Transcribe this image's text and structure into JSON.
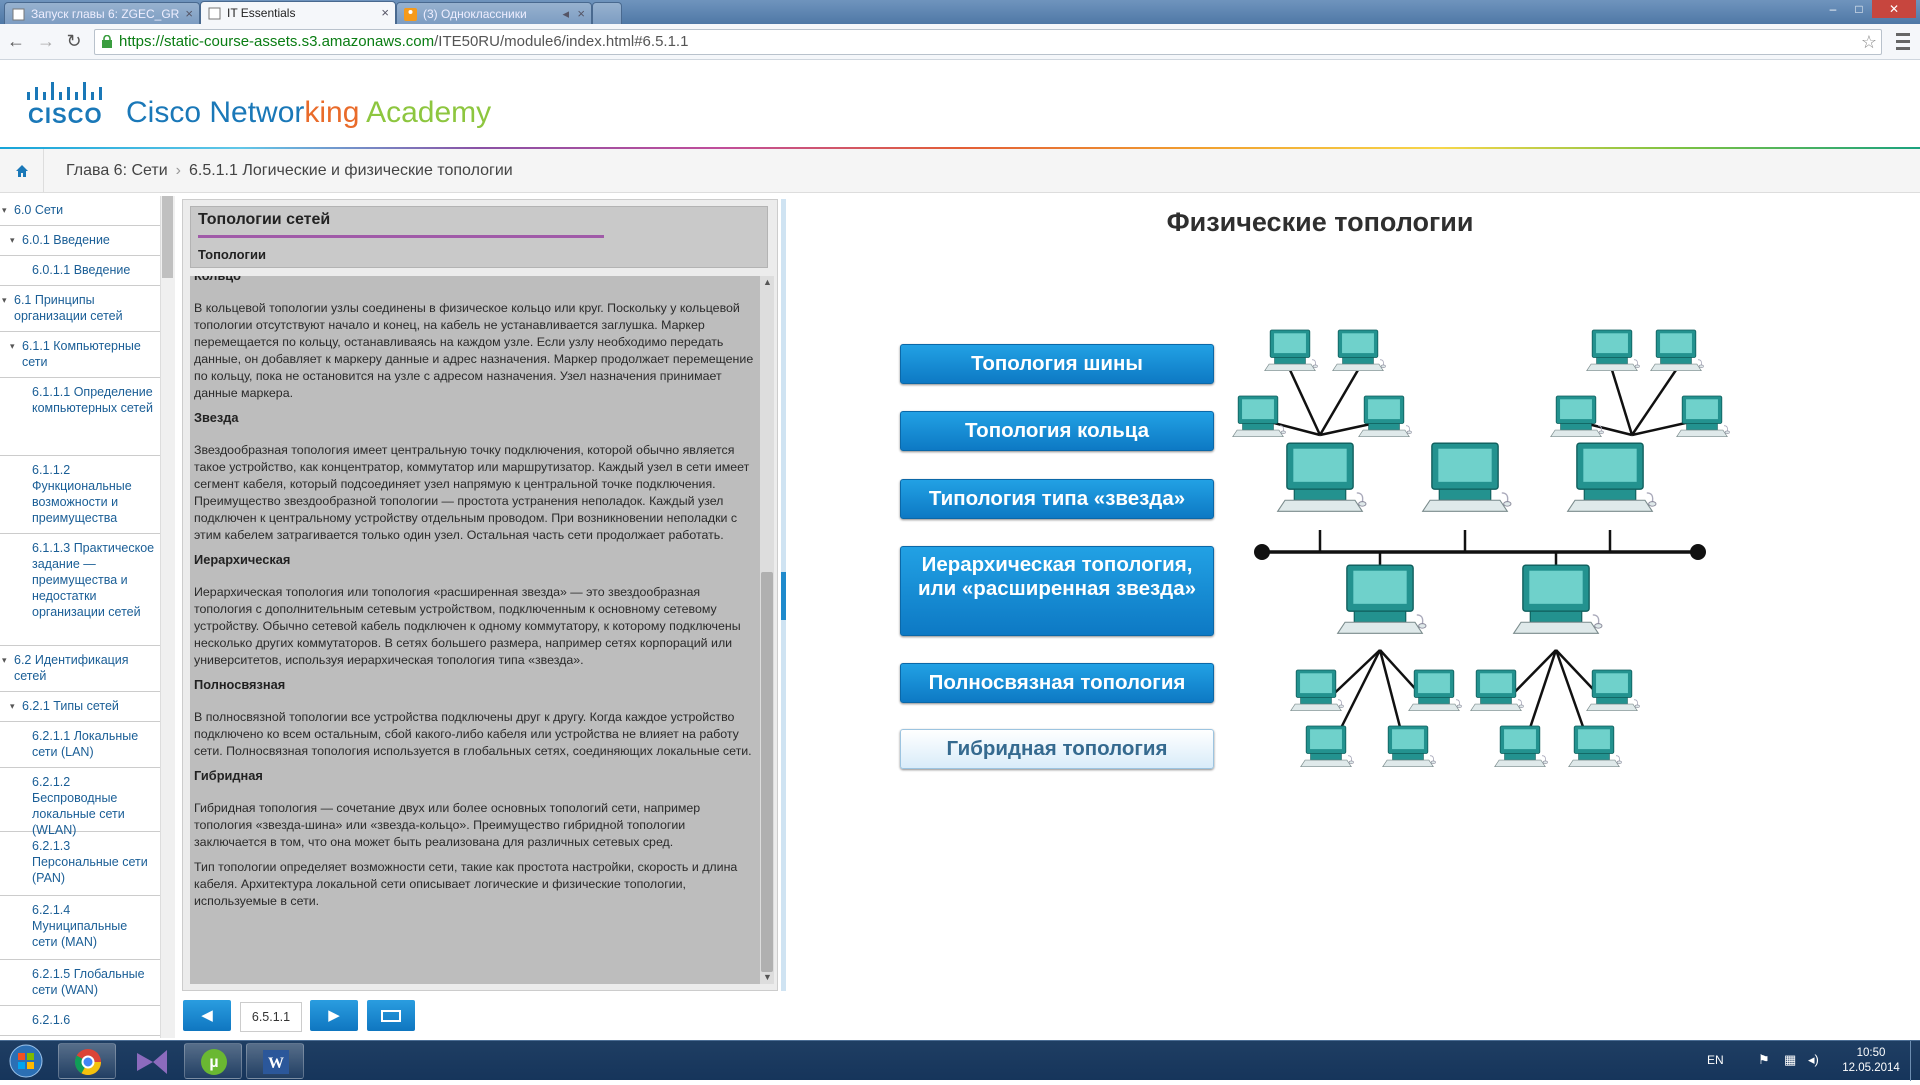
{
  "browser": {
    "tabs": [
      {
        "title": "Запуск главы 6: ZGEC_GR",
        "icon": "page-icon"
      },
      {
        "title": "IT Essentials",
        "icon": "page-icon"
      },
      {
        "title": "(3) Одноклассники",
        "icon": "odnoklassniki-icon"
      }
    ],
    "url_host": "https://static-course-assets.s3.amazonaws.com",
    "url_rest": "/ITE50RU/module6/index.html#6.5.1.1"
  },
  "header": {
    "logo_text": "CISCO",
    "academy_parts": [
      "Cisco ",
      "Networ",
      "king ",
      "Academy"
    ],
    "academy_colors": [
      "#1a78b8",
      "#1a78b8",
      "#e96b2a",
      "#8dc63f"
    ]
  },
  "breadcrumb": {
    "chapter": "Глава 6: Сети",
    "page": "6.5.1.1 Логические и физические топологии"
  },
  "sidebar": {
    "items": [
      {
        "label": "6.0 Сети",
        "level": 0,
        "expanded": true
      },
      {
        "label": "6.0.1 Введение",
        "level": 1,
        "expanded": true
      },
      {
        "label": "6.0.1.1 Введение",
        "level": 2
      },
      {
        "label": "6.1 Принципы организации сетей",
        "level": 0,
        "expanded": true
      },
      {
        "label": "6.1.1 Компьютерные сети",
        "level": 1,
        "expanded": true
      },
      {
        "label": "6.1.1.1 Определение компьютерных сетей",
        "level": 2
      },
      {
        "label": "6.1.1.2 Функциональные возможности и преимущества",
        "level": 2
      },
      {
        "label": "6.1.1.3 Практическое задание — преимущества и недостатки организации сетей",
        "level": 2
      },
      {
        "label": "6.2 Идентификация сетей",
        "level": 0,
        "expanded": true
      },
      {
        "label": "6.2.1 Типы сетей",
        "level": 1,
        "expanded": true
      },
      {
        "label": "6.2.1.1 Локальные сети (LAN)",
        "level": 2
      },
      {
        "label": "6.2.1.2 Беспроводные локальные сети (WLAN)",
        "level": 2
      },
      {
        "label": "6.2.1.3 Персональные сети (PAN)",
        "level": 2
      },
      {
        "label": "6.2.1.4 Муниципальные сети (MAN)",
        "level": 2
      },
      {
        "label": "6.2.1.5 Глобальные сети (WAN)",
        "level": 2
      },
      {
        "label": "6.2.1.6",
        "level": 2
      }
    ]
  },
  "content": {
    "title": "Топологии сетей",
    "subtitle": "Топологии",
    "blocks": [
      {
        "type": "h",
        "text": "Кольцо"
      },
      {
        "type": "p",
        "text": "В кольцевой топологии узлы соединены в физическое кольцо или круг. Поскольку у кольцевой топологии отсутствуют начало и конец, на кабель не устанавливается заглушка. Маркер перемещается по кольцу, останавливаясь на каждом узле. Если узлу необходимо передать данные, он добавляет к маркеру данные и адрес назначения. Маркер продолжает перемещение по кольцу, пока не остановится на узле с адресом назначения. Узел назначения принимает данные маркера."
      },
      {
        "type": "h",
        "text": "Звезда"
      },
      {
        "type": "p",
        "text": "Звездообразная топология имеет центральную точку подключения, которой обычно является такое устройство, как концентратор, коммутатор или маршрутизатор. Каждый узел в сети имеет сегмент кабеля, который подсоединяет узел напрямую к центральной точке подключения. Преимущество звездообразной топологии — простота устранения неполадок. Каждый узел подключен к центральному устройству отдельным проводом. При возникновении неполадки с этим кабелем затрагивается только один узел. Остальная часть сети продолжает работать."
      },
      {
        "type": "h",
        "text": "Иерархическая"
      },
      {
        "type": "p",
        "text": "Иерархическая топология или топология «расширенная звезда» — это звездообразная топология с дополнительным сетевым устройством, подключенным к основному сетевому устройству. Обычно сетевой кабель подключен к одному коммутатору, к которому подключены несколько других коммутаторов. В сетях большего размера, например сетях корпораций или университетов, используя иерархическая топология типа «звезда»."
      },
      {
        "type": "h",
        "text": "Полносвязная"
      },
      {
        "type": "p",
        "text": "В полносвязной топологии все устройства подключены друг к другу. Когда каждое устройство подключено ко всем остальным, сбой какого-либо кабеля или устройства не влияет на работу сети. Полносвязная топология используется в глобальных сетях, соединяющих локальные сети."
      },
      {
        "type": "h",
        "text": "Гибридная"
      },
      {
        "type": "p",
        "text": "Гибридная топология — сочетание двух или более основных топологий сети, например топология «звезда-шина» или «звезда-кольцо». Преимущество гибридной топологии заключается в том, что она может быть реализована для различных сетевых сред."
      },
      {
        "type": "p",
        "text": "Тип топологии определяет возможности сети, такие как простота настройки, скорость и длина кабеля. Архитектура локальной сети описывает логические и физические топологии, используемые в сети."
      }
    ]
  },
  "pager": {
    "page": "6.5.1.1"
  },
  "diagram": {
    "title": "Физические топологии",
    "buttons": [
      {
        "label": "Топология шины",
        "selected": false
      },
      {
        "label": "Топология кольца",
        "selected": false
      },
      {
        "label": "Типология типа «звезда»",
        "selected": false
      },
      {
        "label": "Иерархическая топология, или «расширенная звезда»",
        "selected": false
      },
      {
        "label": "Полносвязная топология",
        "selected": false
      },
      {
        "label": "Гибридная топология",
        "selected": true
      }
    ],
    "computer_color": "#23928f"
  },
  "taskbar": {
    "lang": "EN",
    "time": "10:50",
    "date": "12.05.2014",
    "apps": [
      "start-orb-icon",
      "chrome-icon",
      "visual-studio-icon",
      "utorrent-icon",
      "word-icon"
    ]
  }
}
